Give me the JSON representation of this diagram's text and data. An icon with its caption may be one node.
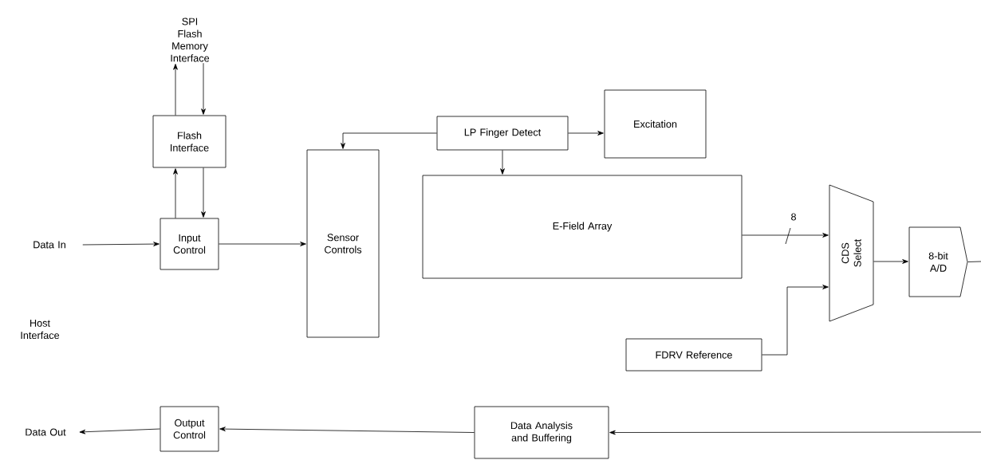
{
  "diagram": {
    "nodes": [
      {
        "text": [
          "SPI Flash Memory Interface"
        ]
      },
      {
        "text": [
          "Flash Interface"
        ]
      },
      {
        "text": [
          "Input Control"
        ]
      },
      {
        "text": [
          "Data In"
        ]
      },
      {
        "text": [
          "Sensor Controls"
        ]
      },
      {
        "text": [
          "LP Finger Detect"
        ]
      },
      {
        "text": [
          "Excitation"
        ]
      },
      {
        "text": [
          "E-Field Array"
        ]
      },
      {
        "text": [
          "CDS Select"
        ]
      },
      {
        "text": [
          "8-bit A/D"
        ]
      },
      {
        "text": [
          "FDRV Reference"
        ]
      },
      {
        "text": [
          "Data Analysis and Buffering"
        ]
      },
      {
        "text": [
          "Output Control"
        ]
      },
      {
        "text": [
          "Data Out"
        ]
      }
    ],
    "edges": [
      {
        "from": 1,
        "to": 0,
        "arrow": "to"
      },
      {
        "from": 0,
        "to": 1,
        "arrow": "to"
      },
      {
        "from": 2,
        "to": 1,
        "arrow": "to"
      },
      {
        "from": 1,
        "to": 2,
        "arrow": "to"
      },
      {
        "from": 3,
        "to": 2,
        "arrow": "to"
      },
      {
        "from": 2,
        "to": 4,
        "arrow": "to"
      },
      {
        "from": 5,
        "to": 4,
        "arrow": "to"
      },
      {
        "from": 5,
        "to": 6,
        "arrow": "to"
      },
      {
        "from": 5,
        "to": 7,
        "arrow": "to"
      },
      {
        "from": 7,
        "to": 8,
        "arrow": "to",
        "label": "8"
      },
      {
        "from": 10,
        "to": 8,
        "arrow": "to"
      },
      {
        "from": 8,
        "to": 9,
        "arrow": "to"
      },
      {
        "from": 9,
        "to": null,
        "arrow": "none"
      },
      {
        "from": null,
        "to": 11,
        "arrow": "to"
      },
      {
        "from": 11,
        "to": 12,
        "arrow": "to"
      },
      {
        "from": 12,
        "to": 13,
        "arrow": "to"
      }
    ],
    "labels": [
      "Host Interface"
    ]
  }
}
